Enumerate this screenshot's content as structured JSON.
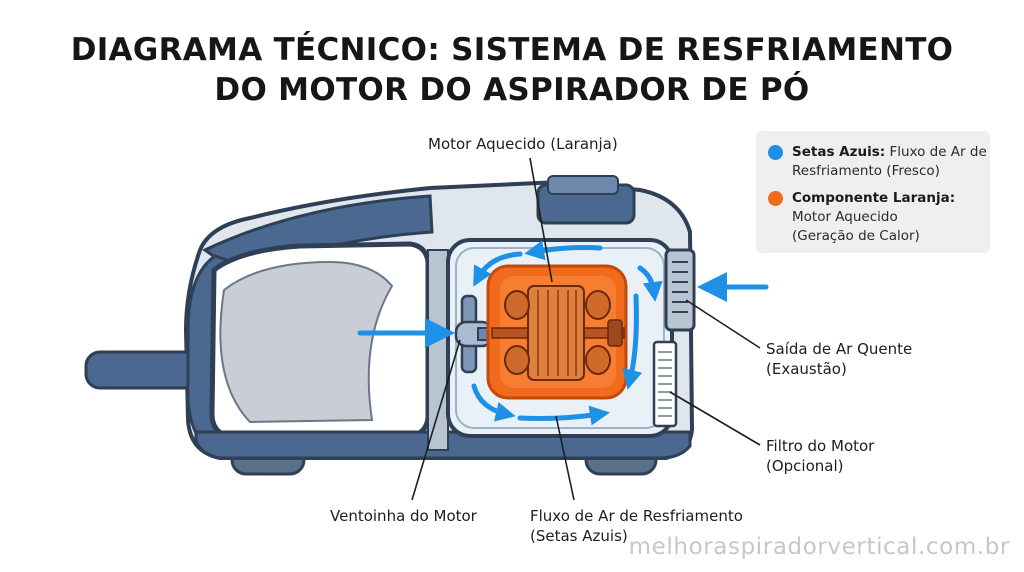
{
  "title": {
    "line1": "DIAGRAMA TÉCNICO: SISTEMA DE RESFRIAMENTO",
    "line2": "DO MOTOR DO ASPIRADOR DE PÓ"
  },
  "legend": {
    "blue": {
      "label": "Setas Azuis:",
      "text_line1": " Fluxo de Ar de",
      "text_line2": "Resfriamento (Fresco)",
      "color": "#1e90e6"
    },
    "orange": {
      "label": "Componente Laranja:",
      "text_line1": "Motor Aquecido",
      "text_line2": "(Geração de Calor)",
      "color": "#f26b1d"
    }
  },
  "labels": {
    "motor": "Motor Aquecido (Laranja)",
    "exhaust_line1": "Saída de Ar Quente",
    "exhaust_line2": "(Exaustão)",
    "filter_line1": "Filtro do Motor",
    "filter_line2": "(Opcional)",
    "fan": "Ventoinha do Motor",
    "airflow_line1": "Fluxo de Ar de Resfriamento",
    "airflow_line2": "(Setas Azuis)"
  },
  "watermark": "melhoraspiradorvertical.com.br",
  "colors": {
    "body_dark": "#4a6890",
    "body_light": "#dfe6ee",
    "arrow_blue": "#1e90e6",
    "motor_orange": "#f26b1d"
  }
}
